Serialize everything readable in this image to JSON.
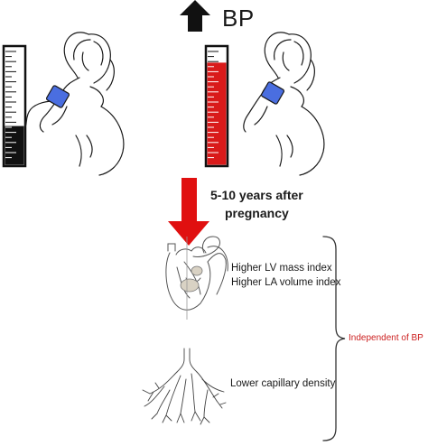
{
  "top": {
    "bp_label": "BP"
  },
  "middle": {
    "years_line1": "5-10 years after",
    "years_line2": "pregnancy"
  },
  "outcomes": {
    "lv_mass": "Higher LV mass index",
    "la_volume": "Higher LA volume index",
    "capillary": "Lower capillary density",
    "independent": "Independent of BP"
  },
  "colors": {
    "arrow_red": "#e01010",
    "gauge_red": "#d91a1a",
    "cuff_blue": "#4a6ee0",
    "independent_text": "#cc1f1f",
    "ink": "#1a1a1a"
  },
  "gauges": {
    "left_fill_fraction": 0.33,
    "right_fill_fraction": 0.87
  },
  "icons": [
    "up-arrow-icon",
    "down-arrow-icon",
    "pregnant-woman-icon",
    "heart-icon",
    "capillary-icon",
    "brace-icon"
  ]
}
